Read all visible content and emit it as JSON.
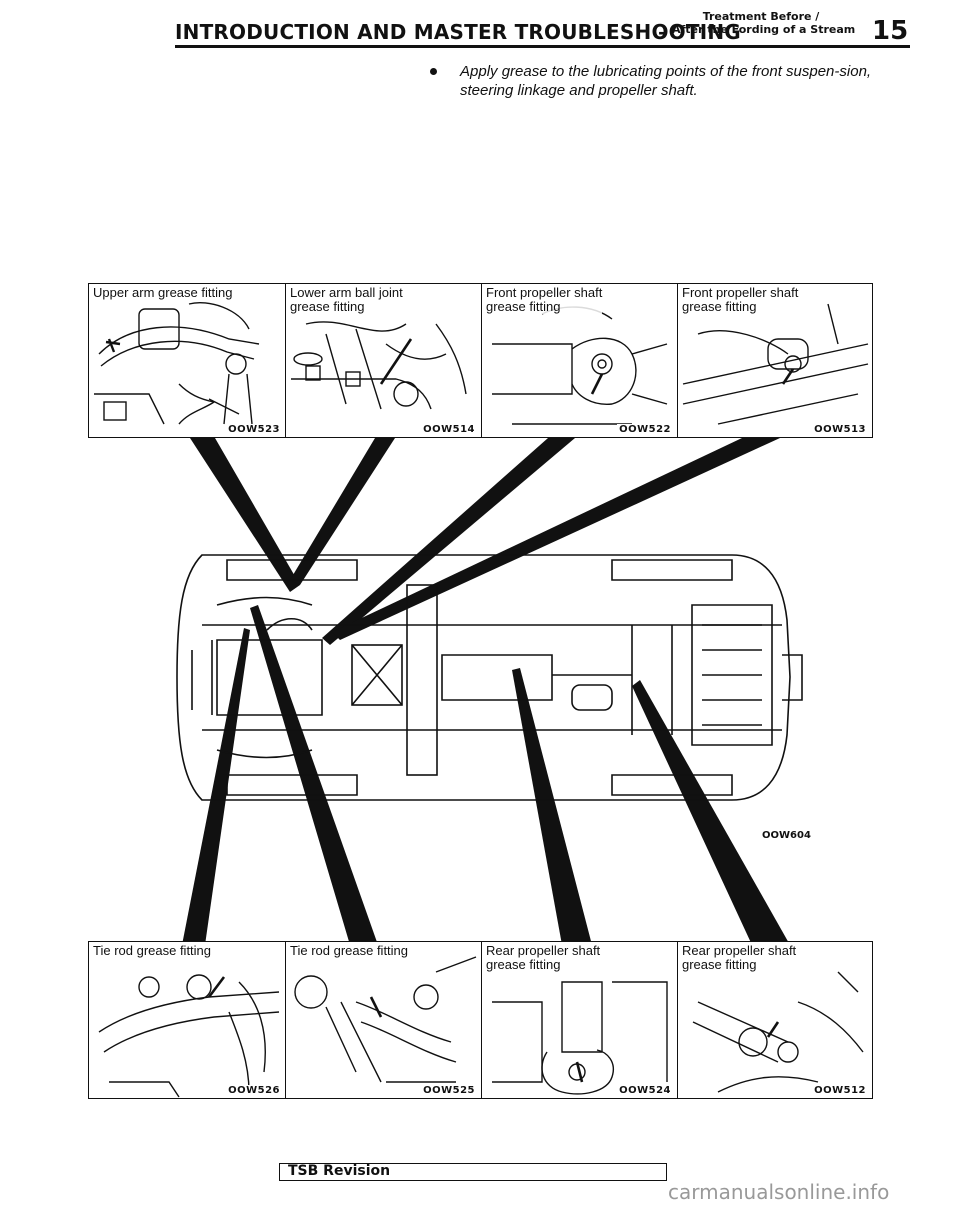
{
  "header": {
    "title": "INTRODUCTION AND MASTER TROUBLESHOOTING",
    "dash": "–",
    "subtitle_line1": "Treatment Before /",
    "subtitle_line2": "After the Fording of a Stream",
    "page_number": "15"
  },
  "instruction": {
    "text": "Apply grease to the lubricating points of the front suspen-sion, steering linkage and propeller shaft."
  },
  "top_panels": [
    {
      "label": "Upper arm grease fitting",
      "code": "OOW523"
    },
    {
      "label": "Lower arm ball joint\ngrease fitting",
      "code": "OOW514"
    },
    {
      "label": "Front propeller shaft\ngrease fitting",
      "code": "OOW522"
    },
    {
      "label": "Front propeller shaft\ngrease fitting",
      "code": "OOW513"
    }
  ],
  "bottom_panels": [
    {
      "label": "Tie rod grease fitting",
      "code": "OOW526"
    },
    {
      "label": "Tie rod grease fitting",
      "code": "OOW525"
    },
    {
      "label": "Rear propeller shaft\ngrease fitting",
      "code": "OOW524"
    },
    {
      "label": "Rear propeller shaft\ngrease fitting",
      "code": "OOW512"
    }
  ],
  "main_diagram": {
    "code": "OOW604"
  },
  "footer": {
    "label": "TSB Revision"
  },
  "watermark": {
    "text": "carmanualsonline.info"
  }
}
